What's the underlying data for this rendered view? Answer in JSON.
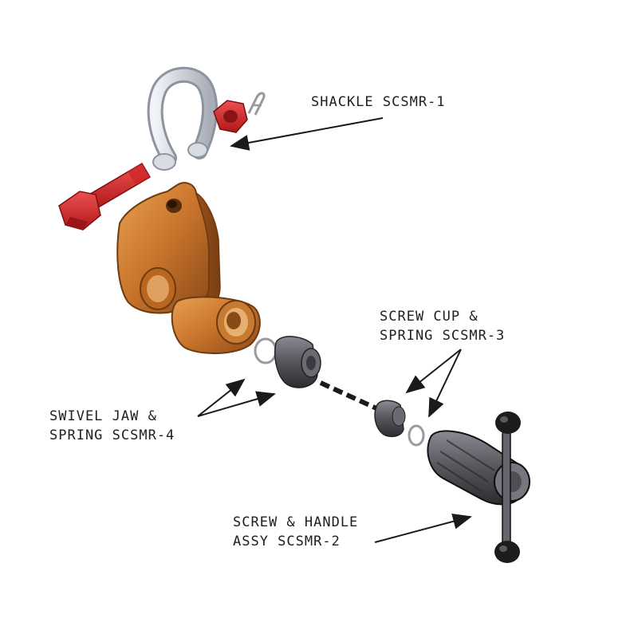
{
  "callouts": {
    "shackle": {
      "line1": "SHACKLE SCSMR-1"
    },
    "screw_cup": {
      "line1": "SCREW CUP &",
      "line2": "SPRING SCSMR-3"
    },
    "swivel_jaw": {
      "line1": "SWIVEL JAW &",
      "line2": "SPRING SCSMR-4"
    },
    "screw_handle": {
      "line1": "SCREW & HANDLE",
      "line2": "ASSY SCSMR-2"
    }
  },
  "colors": {
    "shackle": "#c8ccd6",
    "bolt": "#d42a2a",
    "body": "#c8742c",
    "swivel_jaw": "#55555f",
    "screw": "#4a4a50",
    "handle": "#1c1c1c"
  }
}
